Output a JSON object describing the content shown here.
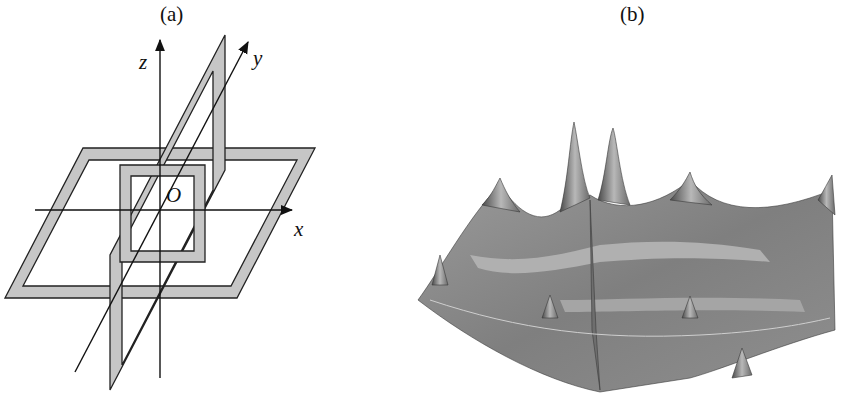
{
  "diagram": {
    "labels": [
      "(a)",
      "(b)",
      "z",
      "y",
      "x",
      "O"
    ]
  }
}
